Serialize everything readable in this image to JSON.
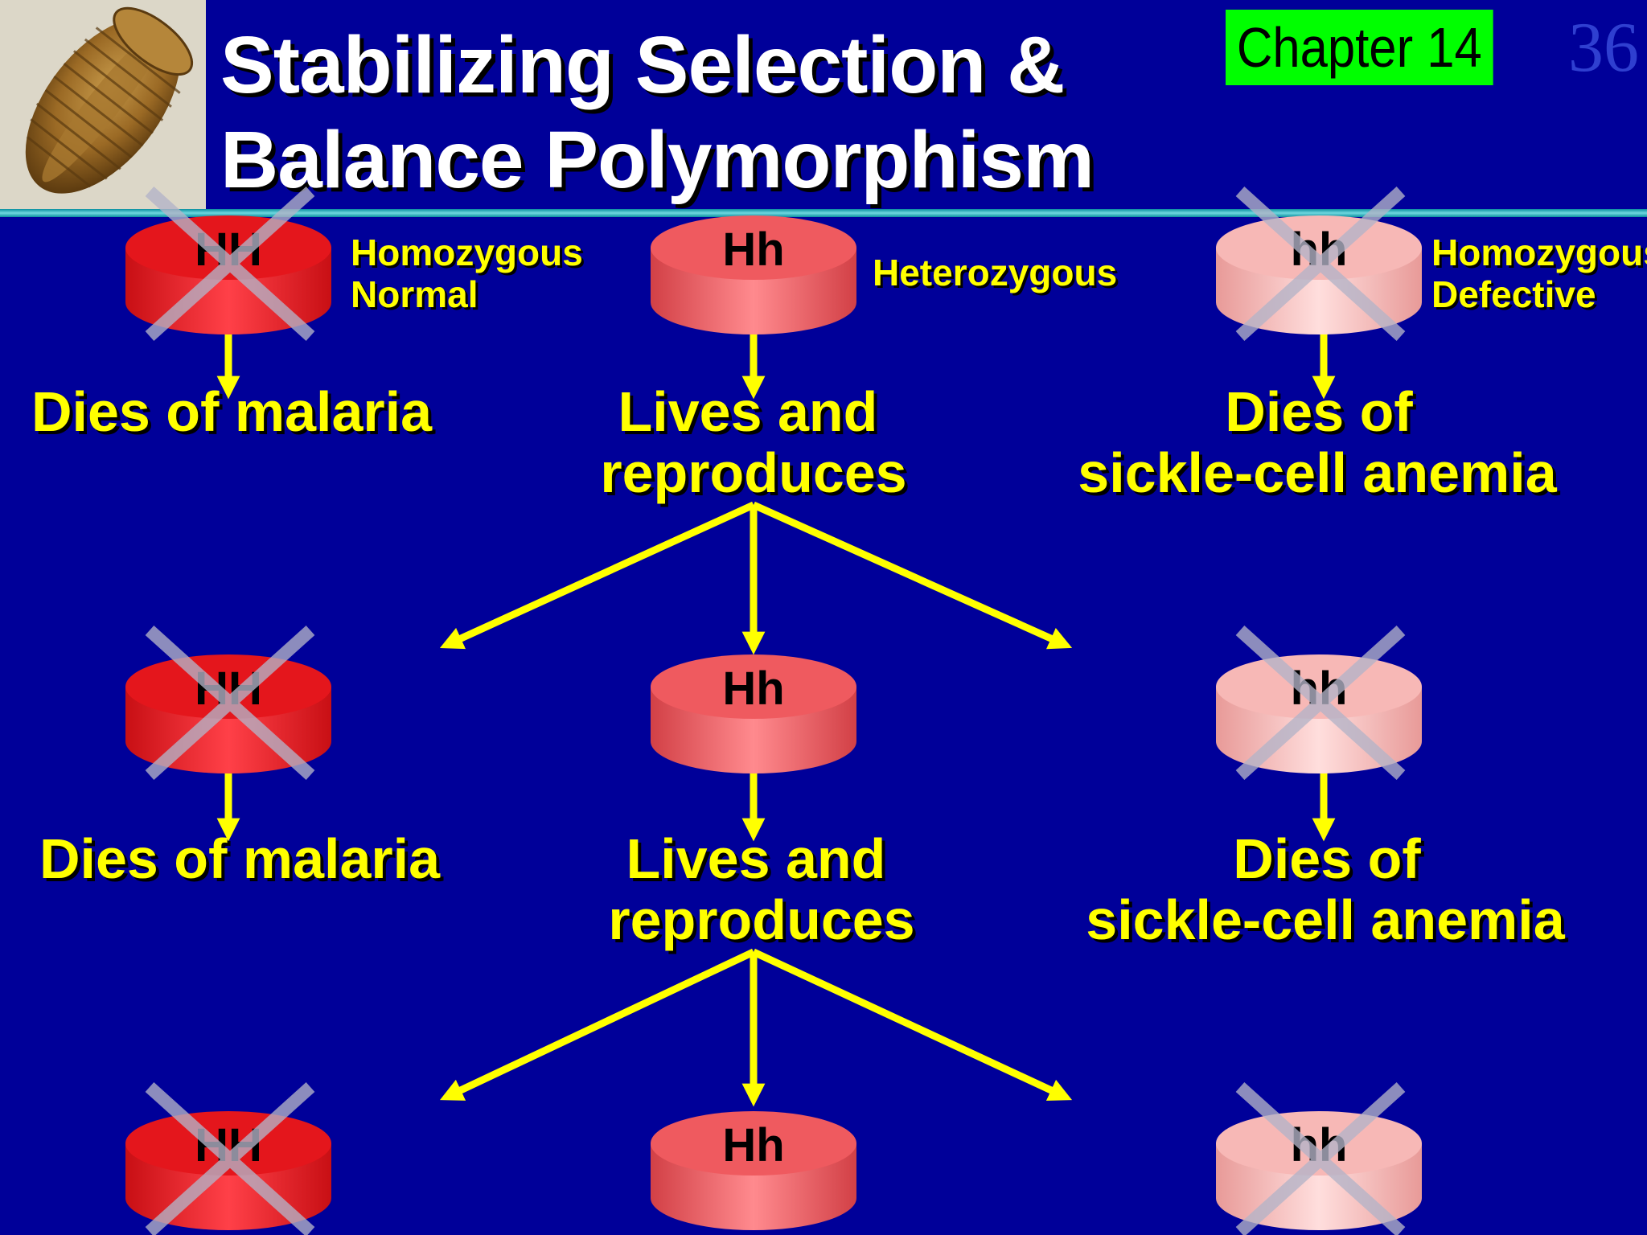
{
  "slide": {
    "title_line1": "Stabilizing Selection &",
    "title_line2": "Balance Polymorphism",
    "chapter": "Chapter 14",
    "page_number": "36"
  },
  "genotypes": {
    "homozygous_normal": {
      "label": "HH",
      "desc_line1": "Homozygous",
      "desc_line2": "Normal",
      "outcome_line1": "Dies of malaria",
      "color": "#e4161c",
      "crossed_out": true
    },
    "heterozygous": {
      "label": "Hh",
      "desc_line1": "Heterozygous",
      "outcome_line1": "Lives and",
      "outcome_line2": "reproduces",
      "color": "#ef5a5f",
      "crossed_out": false
    },
    "homozygous_defective": {
      "label": "hh",
      "desc_line1": "Homozygous",
      "desc_line2": "Defective",
      "outcome_line1": "Dies of",
      "outcome_line2": "sickle-cell anemia",
      "color": "#f7b8b6",
      "crossed_out": true
    }
  },
  "colors": {
    "background": "#000099",
    "text_accent": "#ffff00",
    "title_text": "#ffffff",
    "chapter_badge": "#00ff00",
    "cross_mark": "#b4b4c8"
  }
}
